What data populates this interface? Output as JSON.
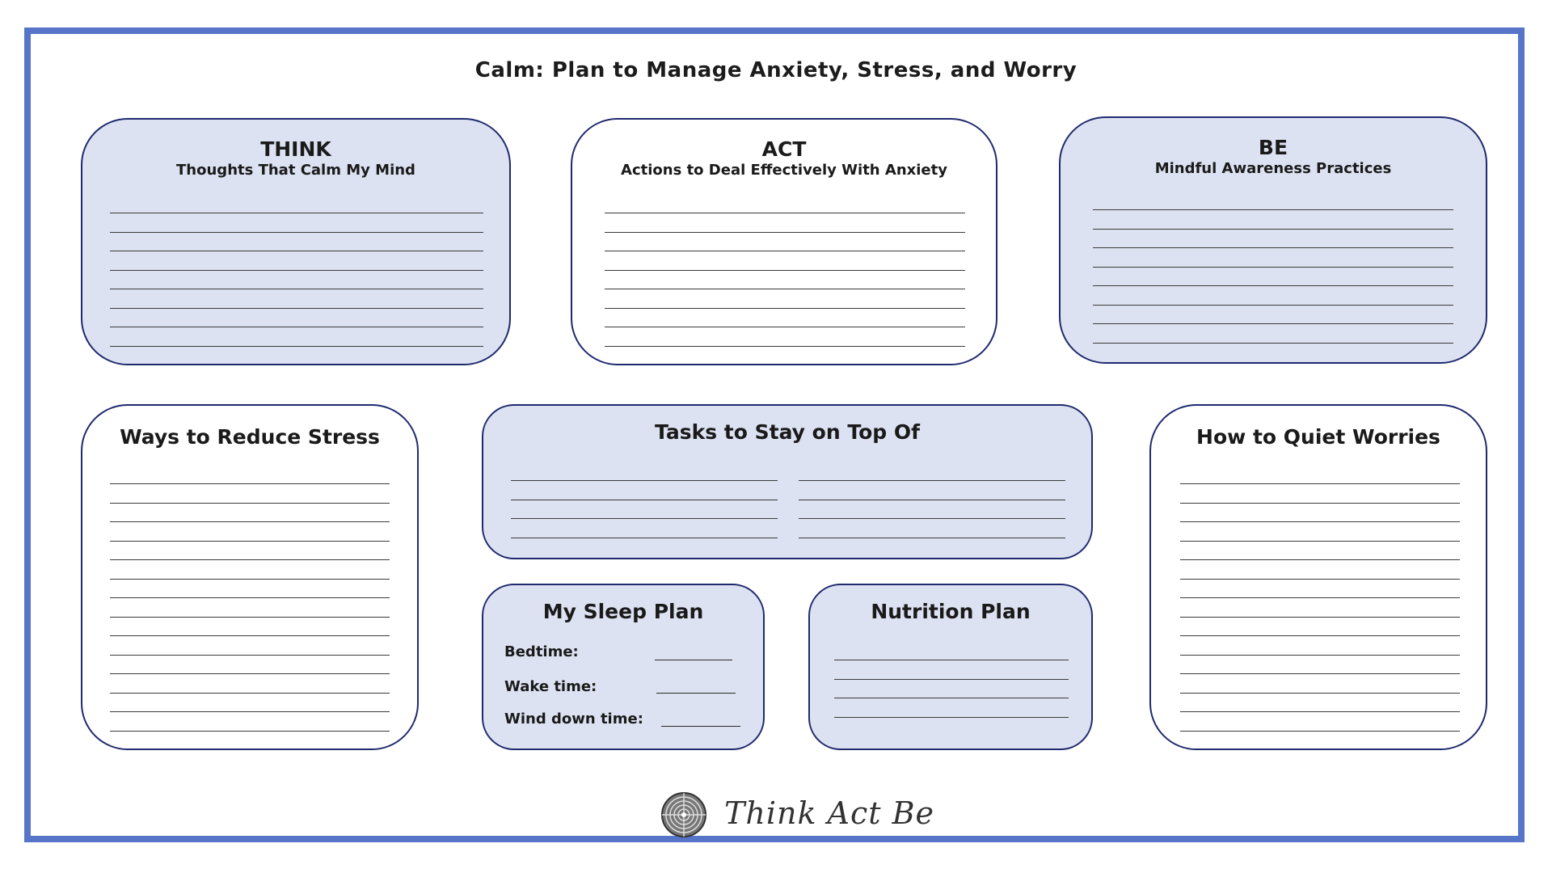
{
  "title": "Calm: Plan to Manage Anxiety, Stress, and Worry",
  "think": {
    "heading": "THINK",
    "subheading": "Thoughts That Calm My Mind"
  },
  "act": {
    "heading": "ACT",
    "subheading": "Actions to Deal Effectively With Anxiety"
  },
  "be": {
    "heading": "BE",
    "subheading": "Mindful Awareness Practices"
  },
  "reduce_stress": {
    "heading": "Ways to Reduce Stress"
  },
  "tasks": {
    "heading": "Tasks to Stay on Top Of"
  },
  "quiet_worries": {
    "heading": "How to Quiet Worries"
  },
  "sleep_plan": {
    "heading": "My Sleep Plan",
    "bedtime_label": "Bedtime:",
    "wake_label": "Wake time:",
    "wind_down_label": "Wind down time:"
  },
  "nutrition": {
    "heading": "Nutrition Plan"
  },
  "logo": {
    "text": "Think Act Be",
    "icon": "labyrinth-icon"
  },
  "colors": {
    "frame": "#5675c8",
    "box_border": "#1f2a6e",
    "shaded_fill": "#dde2f2"
  }
}
